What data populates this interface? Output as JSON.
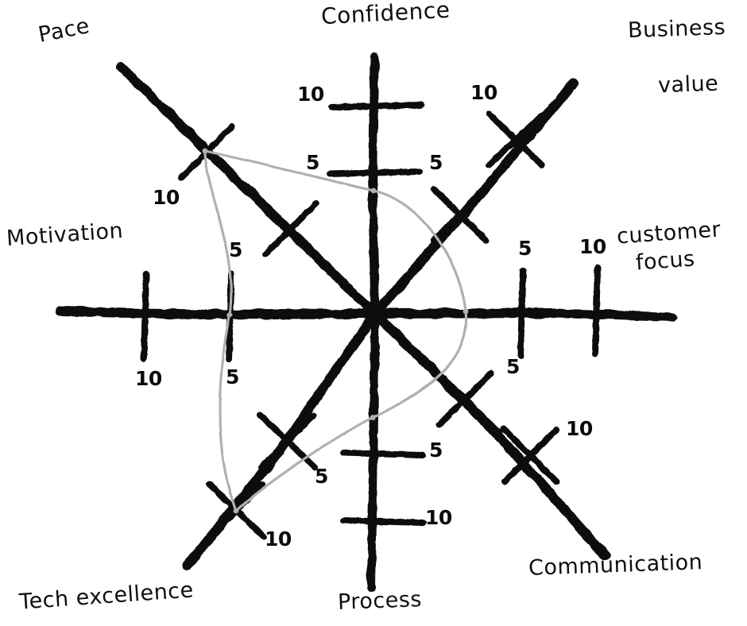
{
  "chart_data": {
    "type": "radar",
    "title": "",
    "subtitle": "",
    "style": "hand-drawn sketch",
    "scale_min": 0,
    "scale_max": 10,
    "tick_values": [
      5,
      10
    ],
    "grid": false,
    "legend": "none",
    "axis_count": 8,
    "categories": [
      "Confidence",
      "Business value",
      "customer focus",
      "Communication",
      "Process",
      "Tech excellence",
      "Motivation",
      "Pace"
    ],
    "series": [
      {
        "name": "",
        "color": "#b0b0b0",
        "values": [
          5,
          null,
          2,
          null,
          6,
          10,
          5,
          10
        ]
      }
    ],
    "axes": [
      {
        "name": "Confidence",
        "label": "Confidence",
        "angle_deg": 90,
        "ticks": [
          "5",
          "10"
        ],
        "value": 5
      },
      {
        "name": "Business value",
        "label": "Business\nvalue",
        "angle_deg": 45,
        "ticks": [
          "5",
          "10"
        ],
        "value": null
      },
      {
        "name": "customer focus",
        "label": "customer\nfocus",
        "angle_deg": 0,
        "ticks": [
          "5",
          "10"
        ],
        "value": 2
      },
      {
        "name": "Communication",
        "label": "Communication",
        "angle_deg": -45,
        "ticks": [
          "5",
          "10"
        ],
        "value": null
      },
      {
        "name": "Process",
        "label": "Process",
        "angle_deg": -90,
        "ticks": [
          "5",
          "10"
        ],
        "value": 6
      },
      {
        "name": "Tech excellence",
        "label": "Tech excellence",
        "angle_deg": -135,
        "ticks": [
          "5",
          "10"
        ],
        "value": 10
      },
      {
        "name": "Motivation",
        "label": "Motivation",
        "angle_deg": 180,
        "ticks": [
          "5",
          "10"
        ],
        "value": 5
      },
      {
        "name": "Pace",
        "label": "Pace",
        "angle_deg": 135,
        "ticks": [
          "5",
          "10"
        ],
        "value": 10
      }
    ]
  },
  "labels": {
    "pace": "Pace",
    "confidence": "Confidence",
    "business_value_line1": "Business",
    "business_value_line2": "value",
    "motivation": "Motivation",
    "customer_focus_line1": "customer",
    "customer_focus_line2": "focus",
    "tech_excellence": "Tech excellence",
    "process": "Process",
    "communication": "Communication"
  },
  "ticks": {
    "confidence_10": "10",
    "confidence_5": "5",
    "business_value_10": "10",
    "business_value_5": "5",
    "customer_focus_10": "10",
    "customer_focus_5": "5",
    "communication_10": "10",
    "communication_5": "5",
    "process_10": "10",
    "process_5": "5",
    "tech_excellence_10": "10",
    "tech_excellence_5": "5",
    "motivation_10": "10",
    "motivation_5": "5",
    "pace_10": "10",
    "pace_5": "5"
  },
  "colors": {
    "ink": "#0c0b0a",
    "plot_line": "#b0b0b0",
    "background": "#ffffff"
  }
}
